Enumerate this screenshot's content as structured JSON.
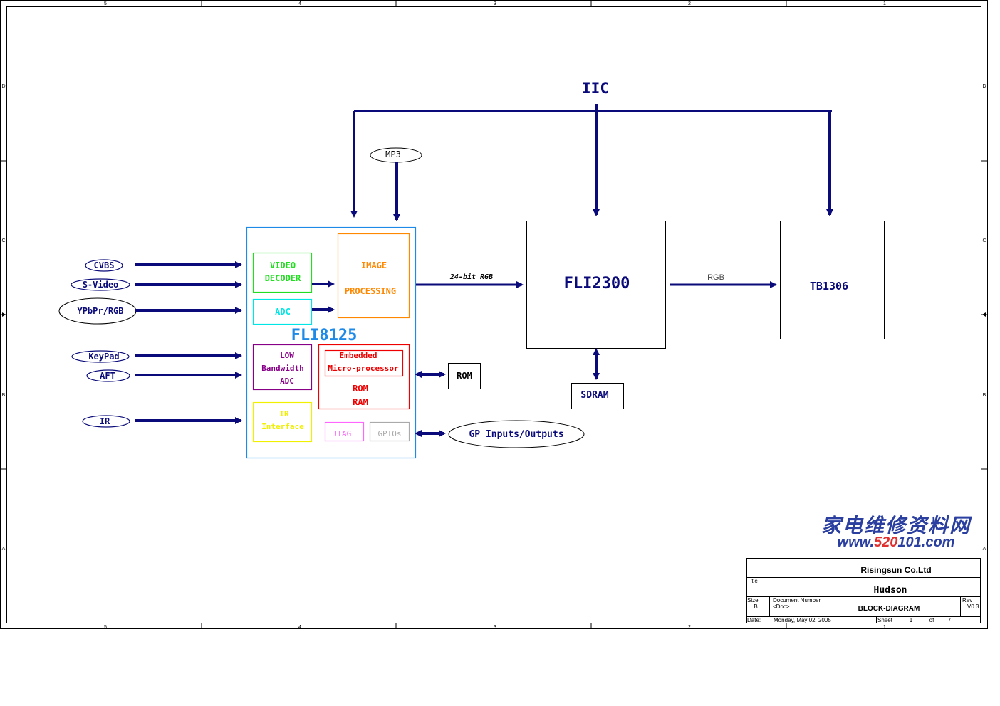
{
  "colors": {
    "navy": "#0a0a7a",
    "fli8125": "#1e8ae8",
    "green": "#22dd22",
    "orange": "#ff8800",
    "cyan": "#00e5e5",
    "purple": "#880088",
    "red": "#ee0000",
    "yellow": "#f0f000",
    "pink": "#ff66ff",
    "gray": "#aaaaaa",
    "watermark_blue": "#2a3fa0",
    "watermark_red": "#e03030"
  },
  "frame": {
    "top_zones": [
      "5",
      "4",
      "3",
      "2",
      "1"
    ],
    "bottom_zones": [
      "5",
      "4",
      "3",
      "2",
      "1"
    ],
    "side_zones": [
      "D",
      "C",
      "B",
      "A"
    ]
  },
  "bus": {
    "label": "IIC"
  },
  "mp3": {
    "label": "MP3"
  },
  "inputs": [
    {
      "label": "CVBS"
    },
    {
      "label": "S-Video"
    },
    {
      "label": "YPbPr/RGB"
    },
    {
      "label": "KeyPad"
    },
    {
      "label": "AFT"
    },
    {
      "label": "IR"
    }
  ],
  "fli8125": {
    "label": "FLI8125",
    "video_decoder": [
      "VIDEO",
      "DECODER"
    ],
    "adc": "ADC",
    "image_processing": [
      "IMAGE",
      "PROCESSING"
    ],
    "low_bw_adc": [
      "LOW",
      "Bandwidth",
      "ADC"
    ],
    "embedded": [
      "Embedded",
      "Micro-processor"
    ],
    "rom_ram": [
      "ROM",
      "RAM"
    ],
    "ir_interface": [
      "IR",
      "Interface"
    ],
    "jtag": "JTAG",
    "gpios": "GPIOs"
  },
  "rom": {
    "label": "ROM"
  },
  "gp_io": {
    "label": "GP Inputs/Outputs"
  },
  "link_24bit": {
    "label": "24-bit RGB"
  },
  "fli2300": {
    "label": "FLI2300"
  },
  "sdram": {
    "label": "SDRAM"
  },
  "link_rgb": {
    "label": "RGB"
  },
  "tb1306": {
    "label": "TB1306"
  },
  "watermark": {
    "chinese": "家电维修资料网",
    "url": "www.520101.com",
    "url_parts": [
      "www.",
      "520",
      "101",
      ".com"
    ]
  },
  "title_block": {
    "company": "Risingsun Co.Ltd",
    "title_caption": "Title",
    "title": "Hudson",
    "size_caption": "Size",
    "size": "B",
    "docnum_caption": "Document Number",
    "docnum": "<Doc>",
    "doc_title": "BLOCK-DIAGRAM",
    "rev_caption": "Rev",
    "rev": "V0.3",
    "date_caption": "Date:",
    "date": "Monday, May 02, 2005",
    "sheet_caption": "Sheet",
    "sheet": "1",
    "of_caption": "of",
    "of": "7"
  }
}
